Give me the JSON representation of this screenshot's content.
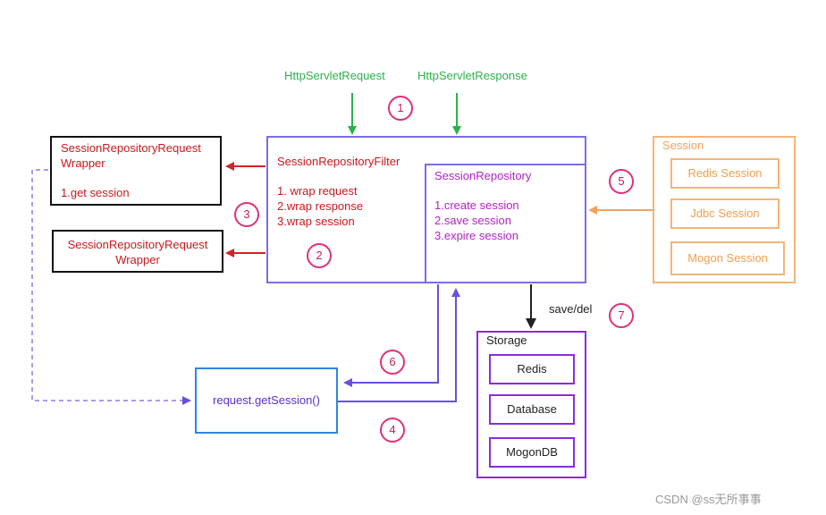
{
  "inputs": {
    "request": "HttpServletRequest",
    "response": "HttpServletResponse"
  },
  "wrapper_top": {
    "title_line1": "SessionRepositoryRequest",
    "title_line2": "Wrapper",
    "item": "1.get session"
  },
  "wrapper_bottom": {
    "title_line1": "SessionRepositoryRequest",
    "title_line2": "Wrapper"
  },
  "filter": {
    "title": "SessionRepositoryFilter",
    "items": [
      "1. wrap request",
      "2.wrap response",
      "3.wrap session"
    ]
  },
  "repository": {
    "title": "SessionRepository",
    "items": [
      "1.create session",
      "2.save session",
      "3.expire session"
    ]
  },
  "session_group": {
    "title": "Session",
    "items": [
      "Redis Session",
      "Jdbc Session",
      "Mogon Session"
    ]
  },
  "storage": {
    "title": "Storage",
    "items": [
      "Redis",
      "Database",
      "MogonDB"
    ]
  },
  "get_session": "request.getSession()",
  "save_del": "save/del",
  "steps": [
    "1",
    "2",
    "3",
    "4",
    "5",
    "6",
    "7"
  ],
  "watermark": "CSDN @ss无所事事",
  "colors": {
    "green": "#2bb24c",
    "red": "#c8181e",
    "purple": "#7a4ee0",
    "magenta": "#b421c8",
    "orange": "#f2a35a",
    "blue": "#2e86de",
    "pink": "#e0307a"
  }
}
